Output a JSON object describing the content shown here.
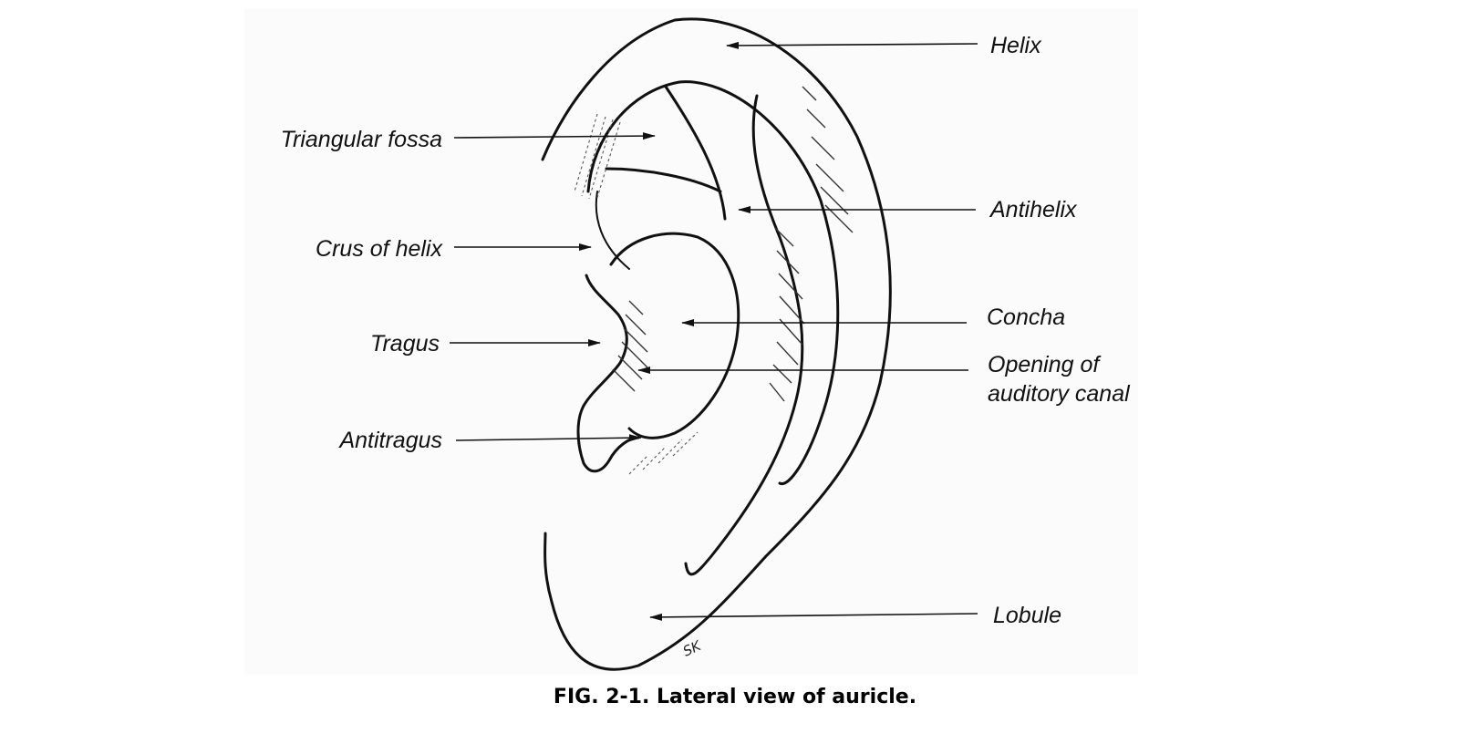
{
  "labels": {
    "helix": "Helix",
    "triangular_fossa": "Triangular fossa",
    "antihelix": "Antihelix",
    "crus_of_helix": "Crus of helix",
    "concha": "Concha",
    "tragus": "Tragus",
    "opening_line1": "Opening of",
    "opening_line2": "auditory canal",
    "antitragus": "Antitragus",
    "lobule": "Lobule"
  },
  "signature": "SK",
  "caption": "FIG. 2-1. Lateral view of auricle."
}
